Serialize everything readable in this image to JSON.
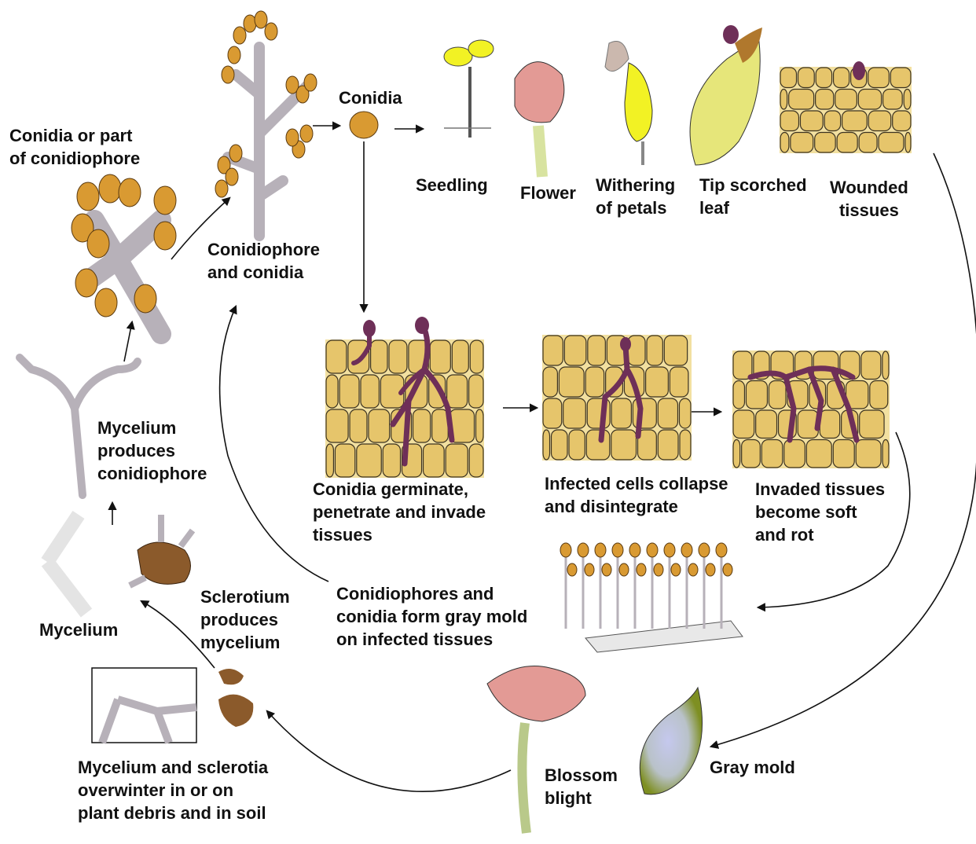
{
  "diagram": {
    "colors": {
      "conidia": "#d99a32",
      "hyphae": "#b7b1b9",
      "fungus": "#6e2f58",
      "cell": "#e6c56b",
      "cell_bg": "#f2e0a0",
      "sclerotium": "#8b5a2b",
      "petal": "#e39a95",
      "stem": "#b9c98a",
      "leaf_yellow": "#e6e67a",
      "petal_yellow": "#f2f224",
      "leaf_green": "#7e8f22",
      "mold": "#c5c8ee"
    },
    "labels": {
      "conidia_or_part": "Conidia or part\nof conidiophore",
      "conidiophore_and_conidia": "Conidiophore\nand conidia",
      "conidia": "Conidia",
      "seedling": "Seedling",
      "flower": "Flower",
      "withering": "Withering\nof petals",
      "tip_scorched": "Tip scorched\nleaf",
      "wounded": "Wounded\ntissues",
      "mycelium_produces": "Mycelium\nproduces\nconidiophore",
      "germinate": "Conidia germinate,\npenetrate and invade\ntissues",
      "collapse": "Infected cells collapse\nand disintegrate",
      "invaded": "Invaded tissues\nbecome soft\nand rot",
      "gray_mold_form": "Conidiophores and\nconidia form gray mold\non infected tissues",
      "mycelium": "Mycelium",
      "sclerotium_produces": "Sclerotium\nproduces\nmycelium",
      "overwinter": "Mycelium and sclerotia\noverwinter in or on\nplant debris and in soil",
      "blossom_blight": "Blossom\nblight",
      "gray_mold": "Gray mold"
    }
  }
}
